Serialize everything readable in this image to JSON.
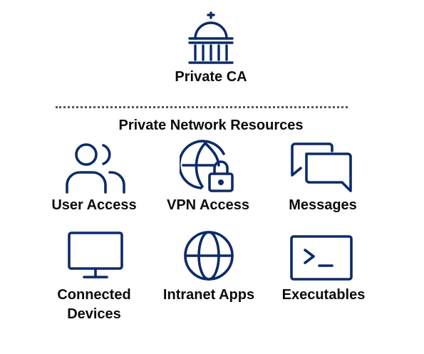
{
  "accent_color": "#0c2b6b",
  "ca": {
    "icon": "government-building-icon",
    "label": "Private CA"
  },
  "section_title": "Private Network Resources",
  "resources": [
    {
      "icon": "users-icon",
      "label": "User Access"
    },
    {
      "icon": "globe-lock-icon",
      "label": "VPN Access"
    },
    {
      "icon": "chat-bubbles-icon",
      "label": "Messages"
    },
    {
      "icon": "monitor-icon",
      "label_line1": "Connected",
      "label_line2": "Devices"
    },
    {
      "icon": "globe-icon",
      "label": "Intranet Apps"
    },
    {
      "icon": "terminal-icon",
      "label": "Executables"
    }
  ]
}
